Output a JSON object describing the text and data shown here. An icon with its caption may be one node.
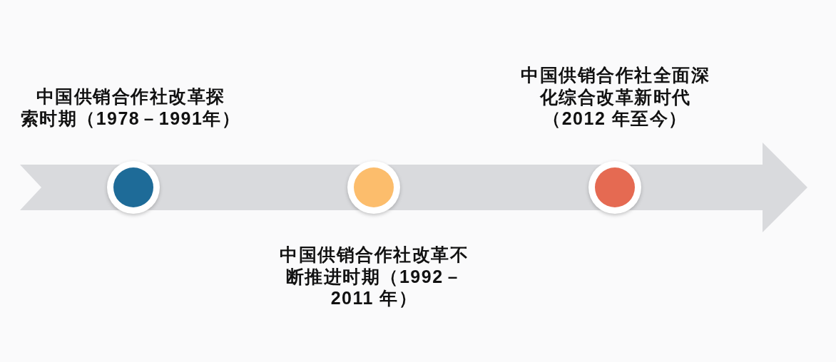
{
  "diagram": {
    "nodes": [
      {
        "text": [],
        "shape": "circle",
        "beside": [
          "中国供销合作社改革探索时期（1978－1991年）"
        ]
      },
      {
        "text": [],
        "shape": "circle",
        "beside": [
          "中国供销合作社改革不断推进时期（1992－2011 年）"
        ]
      },
      {
        "text": [],
        "shape": "circle",
        "beside": [
          "中国供销合作社全面深化综合改革新时代（2012 年至今）"
        ]
      }
    ]
  }
}
